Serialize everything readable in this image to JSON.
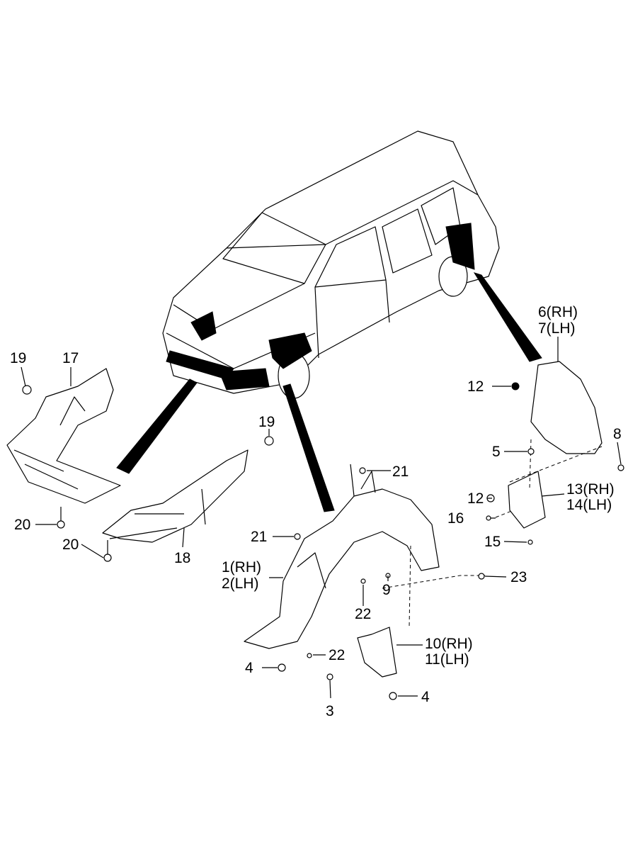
{
  "diagram": {
    "labels": {
      "p19a": "19",
      "p17": "17",
      "p19b": "19",
      "p20a": "20",
      "p20b": "20",
      "p18": "18",
      "p6": "6(RH)",
      "p7": "7(LH)",
      "p12a": "12",
      "p8": "8",
      "p5": "5",
      "p12b": "12",
      "p13": "13(RH)",
      "p14": "14(LH)",
      "p16": "16",
      "p15": "15",
      "p21a": "21",
      "p21b": "21",
      "p1": "1(RH)",
      "p2": "2(LH)",
      "p9": "9",
      "p23": "23",
      "p22a": "22",
      "p22b": "22",
      "p10": "10(RH)",
      "p11": "11(LH)",
      "p4a": "4",
      "p3": "3",
      "p4b": "4"
    }
  }
}
